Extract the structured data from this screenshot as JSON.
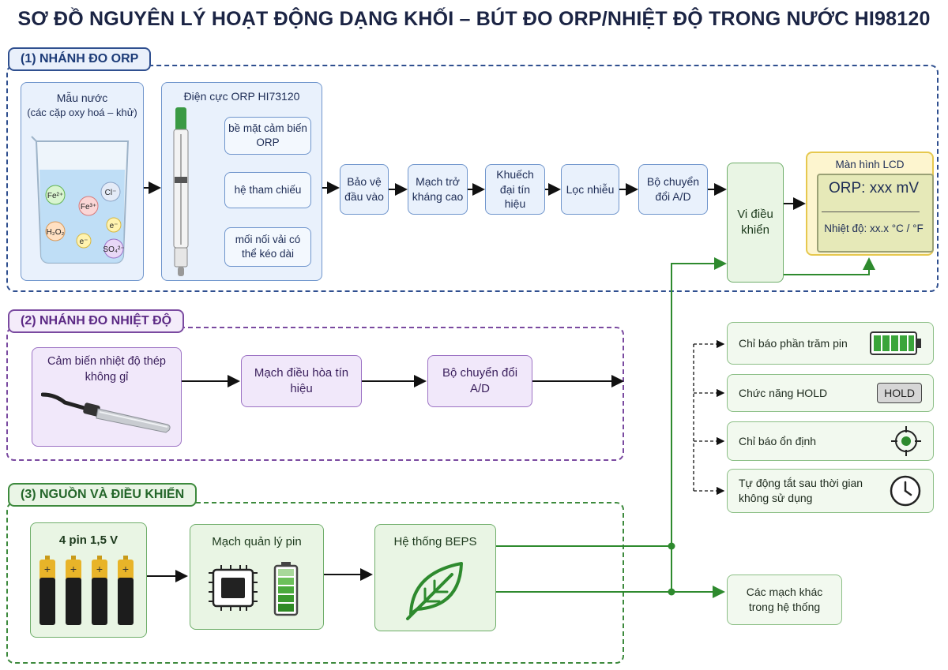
{
  "title": "SƠ ĐỒ NGUYÊN LÝ HOẠT ĐỘNG DẠNG KHỐI – BÚT ĐO ORP/NHIỆT ĐỘ TRONG NƯỚC HI98120",
  "sections": {
    "orp": "(1) NHÁNH ĐO ORP",
    "temp": "(2) NHÁNH ĐO NHIỆT ĐỘ",
    "power": "(3) NGUỒN VÀ ĐIỀU KHIỂN"
  },
  "orp": {
    "sample_title": "Mẫu nước",
    "sample_sub": "(các cặp oxy hoá – khử)",
    "ions": [
      "Fe²⁺",
      "Cl⁻",
      "Fe³⁺",
      "e⁻",
      "H₂O₂",
      "e⁻",
      "SO₄²⁻"
    ],
    "electrode_title": "Điện cực ORP HI73120",
    "electrode_parts": [
      "bề mặt cảm biến ORP",
      "hệ tham chiếu",
      "mối nối vải có thể kéo dài"
    ],
    "chain": [
      "Bảo vệ đầu vào",
      "Mạch trở kháng cao",
      "Khuếch đại tín hiệu",
      "Lọc nhiễu",
      "Bộ chuyển đổi A/D"
    ],
    "mcu": "Vi điều khiển",
    "lcd_title": "Màn hình LCD",
    "lcd_line1": "ORP: xxx mV",
    "lcd_line2": "Nhiệt độ: xx.x °C / °F"
  },
  "temp": {
    "sensor": "Cảm biến nhiệt độ thép không gỉ",
    "conditioner": "Mạch điều hòa tín hiệu",
    "adc": "Bộ chuyển đổi A/D"
  },
  "power": {
    "battery": "4 pin 1,5 V",
    "battery_mgmt": "Mạch quản lý pin",
    "beps": "Hệ thống BEPS",
    "other": "Các mạch khác trong hệ thống"
  },
  "features": [
    {
      "label": "Chỉ báo phần trăm pin",
      "icon": "battery-level-icon"
    },
    {
      "label": "Chức năng HOLD",
      "icon": "hold-badge",
      "badge": "HOLD"
    },
    {
      "label": "Chỉ báo ổn định",
      "icon": "target-icon"
    },
    {
      "label": "Tự động tắt sau thời gian không sử dụng",
      "icon": "clock-icon"
    }
  ],
  "colors": {
    "orp": "#2f4f8f",
    "temp": "#7a4aa0",
    "power": "#3d8a3d",
    "lcd": "#e6c84e"
  }
}
